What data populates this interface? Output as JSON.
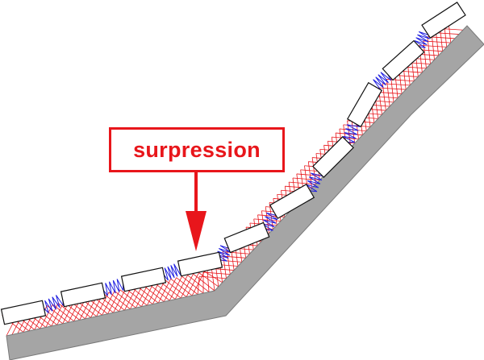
{
  "annotation": {
    "label": "surpression"
  },
  "colors": {
    "substrate": "#a5a5a5",
    "substrate_edge": "#7a7a7a",
    "spring": "#2020e0",
    "hatch": "#e8161b",
    "label": "#e8161b",
    "block_border": "#111111"
  },
  "elements": {
    "blocks_count": 10,
    "springs_count": 9
  }
}
